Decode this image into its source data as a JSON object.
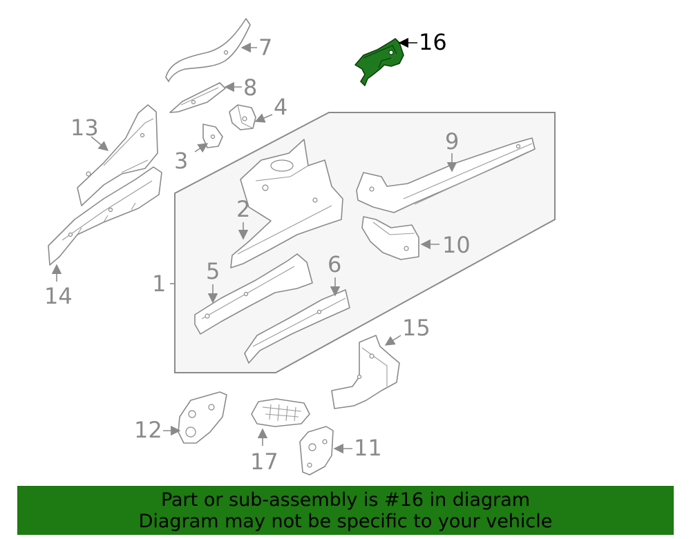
{
  "colors": {
    "highlight_part": "#1f7a1f",
    "banner_background": "#1e7a12",
    "line_gray": "#8a8a8a",
    "panel_fill": "#f6f6f6"
  },
  "callouts": {
    "c1": "1",
    "c2": "2",
    "c3": "3",
    "c4": "4",
    "c5": "5",
    "c6": "6",
    "c7": "7",
    "c8": "8",
    "c9": "9",
    "c10": "10",
    "c11": "11",
    "c12": "12",
    "c13": "13",
    "c14": "14",
    "c15": "15",
    "c16": "16",
    "c17": "17"
  },
  "highlighted_part": "16",
  "banner": {
    "line1": "Part or sub-assembly is #16 in diagram",
    "line2": "Diagram may not be specific to your vehicle"
  }
}
